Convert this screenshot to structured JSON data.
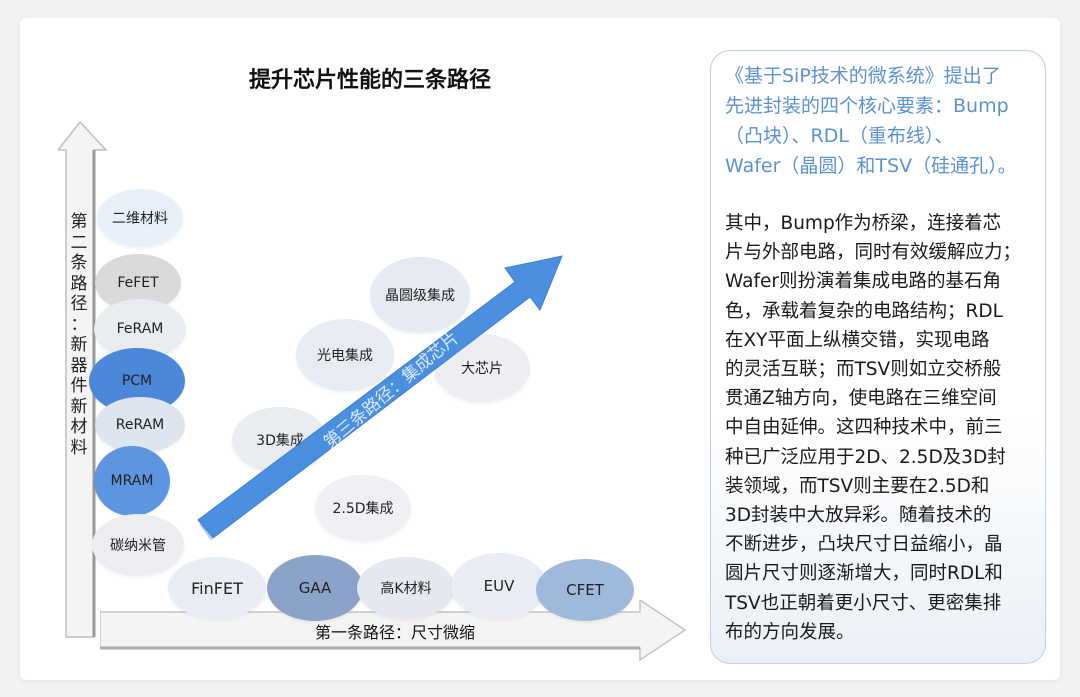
{
  "title": "提升芯片性能的三条路径",
  "path2": {
    "label": "第二条路径：新器件新材料",
    "chars": [
      "第",
      "二",
      "条",
      "路",
      "径",
      "：",
      "新",
      "器",
      "件",
      "新",
      "材",
      "料"
    ],
    "items": [
      "二维材料",
      "FeFET",
      "FeRAM",
      "PCM",
      "ReRAM",
      "MRAM",
      "碳纳米管"
    ]
  },
  "path1": {
    "label": "第一条路径：尺寸微缩",
    "items": [
      "FinFET",
      "GAA",
      "高K材料",
      "EUV",
      "CFET"
    ]
  },
  "path3": {
    "label": "第三条路径：集成芯片",
    "items": [
      "晶圆级集成",
      "光电集成",
      "大芯片",
      "3D集成",
      "2.5D集成"
    ]
  },
  "panel": {
    "intro_lines": [
      "《基于SiP技术的微系统》提出了",
      "先进封装的四个核心要素：Bump",
      "（凸块）、RDL（重布线）、",
      "Wafer（晶圆）和TSV（硅通孔）。"
    ],
    "body_lines": [
      "其中，Bump作为桥梁，连接着芯",
      "片与外部电路，同时有效缓解应力；",
      "Wafer则扮演着集成电路的基石角",
      "色，承载着复杂的电路结构；RDL",
      "在XY平面上纵横交错，实现电路",
      "的灵活互联；而TSV则如立交桥般",
      "贯通Z轴方向，使电路在三维空间",
      "中自由延伸。这四种技术中，前三",
      "种已广泛应用于2D、2.5D及3D封",
      "装领域，而TSV则主要在2.5D和",
      "3D封装中大放异彩。随着技术的",
      "不断进步，凸块尺寸日益缩小，晶",
      "圆片尺寸则逐渐增大，同时RDL和",
      "TSV也正朝着更小尺寸、更密集排",
      "布的方向发展。"
    ]
  },
  "colors": {
    "accent": "#4a8fe0",
    "intro_text": "#5b92d2"
  }
}
